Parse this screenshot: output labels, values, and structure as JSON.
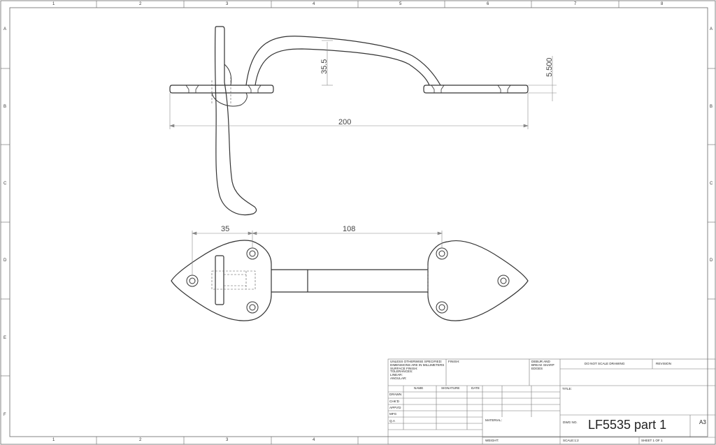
{
  "border": {
    "columns": [
      "1",
      "2",
      "3",
      "4",
      "5",
      "6",
      "7",
      "8"
    ],
    "rows": [
      "A",
      "B",
      "C",
      "D",
      "E",
      "F"
    ]
  },
  "dimensions": {
    "rise": "35.5",
    "plate_thickness": "5.500",
    "overall_length": "200",
    "pivot_offset": "35",
    "bar_length": "108"
  },
  "title_block": {
    "tolerance_lines": [
      "UNLESS OTHERWISE SPECIFIED:",
      "DIMENSIONS ARE IN MILLIMETERS",
      "SURFACE FINISH:",
      "TOLERANCES:",
      "  LINEAR:",
      "  ANGULAR:"
    ],
    "finish_label": "FINISH:",
    "debur_lines": [
      "DEBUR AND",
      "BREAK SHARP",
      "EDGES"
    ],
    "do_not_scale": "DO NOT SCALE DRAWING",
    "revision_label": "REVISION",
    "headers": {
      "name": "NAME",
      "signature": "SIGNATURE",
      "date": "DATE"
    },
    "approval_rows": [
      "DRAWN",
      "CHK'D",
      "APPV'D",
      "MFG",
      "Q.A"
    ],
    "title_label": "TITLE:",
    "material_label": "MATERIAL:",
    "dwg_no_label": "DWG NO.",
    "drawing_number": "LF5535 part 1",
    "sheet_size": "A3",
    "weight_label": "WEIGHT:",
    "scale": "SCALE:1:2",
    "sheet": "SHEET 1 OF 1"
  }
}
